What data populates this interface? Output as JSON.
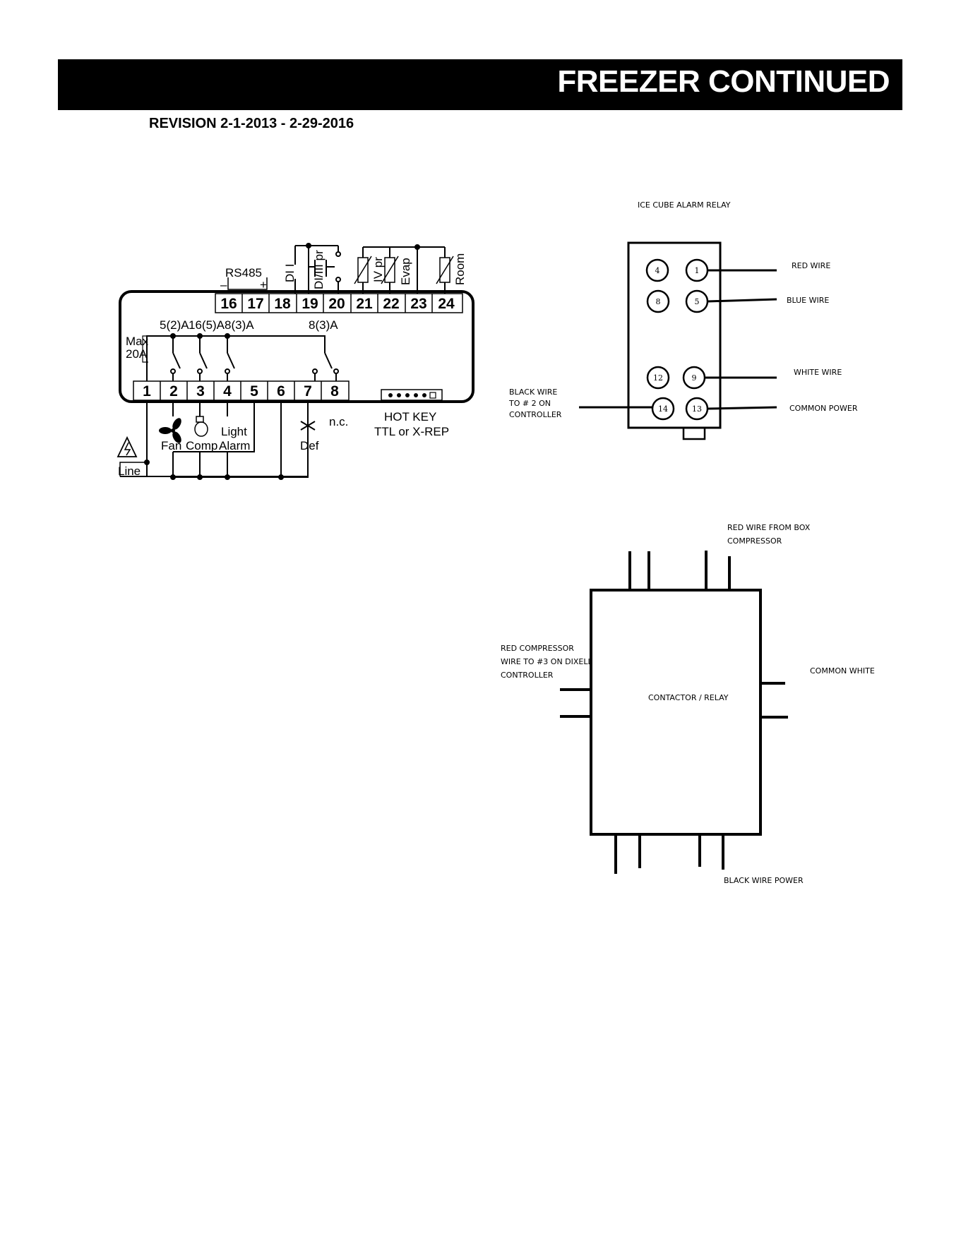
{
  "header": {
    "title": "FREEZER CONTINUED",
    "revision": "REVISION 2-1-2013 - 2-29-2016"
  },
  "controller": {
    "rs485": "RS485",
    "minus": "–",
    "plus": "+",
    "di1": "DI I",
    "di2": "DI/III pr",
    "p3": "IV pr",
    "evap": "Evap",
    "room": "Room",
    "terminals_top": [
      "16",
      "17",
      "18",
      "19",
      "20",
      "21",
      "22",
      "23",
      "24"
    ],
    "terminals_bottom": [
      "1",
      "2",
      "3",
      "4",
      "5",
      "6",
      "7",
      "8"
    ],
    "ratings": [
      "5(2)A",
      "16(5)A",
      "8(3)A",
      "8(3)A"
    ],
    "max": "Max",
    "max_amp": "20A",
    "fan": "Fan",
    "comp": "Comp",
    "light": "Light",
    "alarm": "Alarm",
    "def": "Def",
    "nc": "n.c.",
    "hotkey": "HOT KEY",
    "ttl": "TTL or X-REP",
    "line": "Line"
  },
  "alarm_relay": {
    "title": "ICE CUBE ALARM RELAY",
    "pins": [
      "4",
      "1",
      "8",
      "5",
      "12",
      "9",
      "14",
      "13"
    ],
    "red_wire": "RED WIRE",
    "blue_wire": "BLUE WIRE",
    "white_wire": "WHITE WIRE",
    "common_power": "COMMON POWER",
    "black_wire_1": "BLACK WIRE",
    "black_wire_2": "TO # 2 ON",
    "black_wire_3": "CONTROLLER"
  },
  "contactor": {
    "label": "CONTACTOR / RELAY",
    "red_from_box_1": "RED WIRE FROM BOX",
    "red_from_box_2": "COMPRESSOR",
    "red_comp_1": "RED COMPRESSOR",
    "red_comp_2": "WIRE TO #3 ON DIXELL",
    "red_comp_3": "CONTROLLER",
    "common_white": "COMMON WHITE",
    "black_power": "BLACK WIRE POWER"
  }
}
